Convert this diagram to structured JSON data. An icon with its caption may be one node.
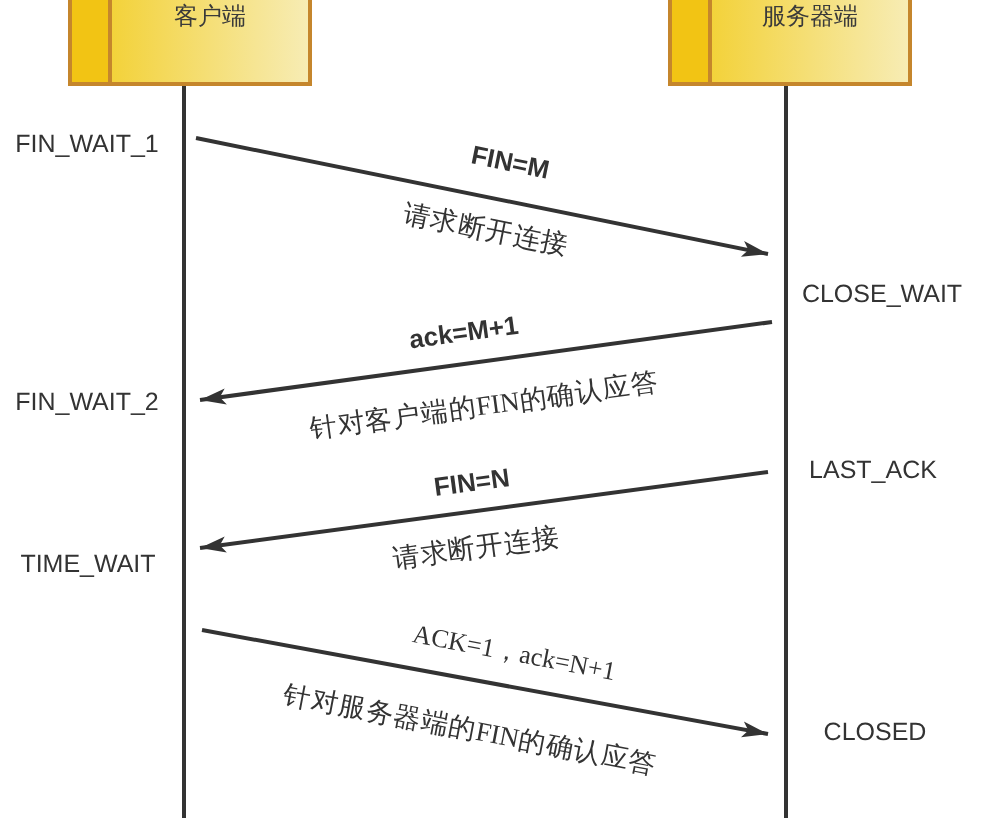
{
  "diagram": {
    "nodes": [
      {
        "text": [
          "客户端"
        ]
      },
      {
        "text": [
          "服务器端"
        ]
      },
      {
        "text": [],
        "shape": "line"
      },
      {
        "text": [],
        "shape": "line"
      }
    ],
    "edges": [
      {
        "from": 2,
        "to": 3,
        "arrow": "to",
        "label": "FIN=M"
      },
      {
        "from": 3,
        "to": 2,
        "arrow": "to",
        "label": "ack=M+1"
      },
      {
        "from": 3,
        "to": 2,
        "arrow": "to",
        "label": "FIN=N"
      },
      {
        "from": 2,
        "to": 3,
        "arrow": "to",
        "label": "ACK=1，ack=N+1"
      }
    ],
    "labels": [
      "FIN_WAIT_1",
      "请求断开连接",
      "CLOSE_WAIT",
      "FIN_WAIT_2",
      "针对客户端的FIN的确认应答",
      "LAST_ACK",
      "请求断开连接",
      "TIME_WAIT",
      "针对服务器端的FIN的确认应答",
      "CLOSED"
    ]
  }
}
